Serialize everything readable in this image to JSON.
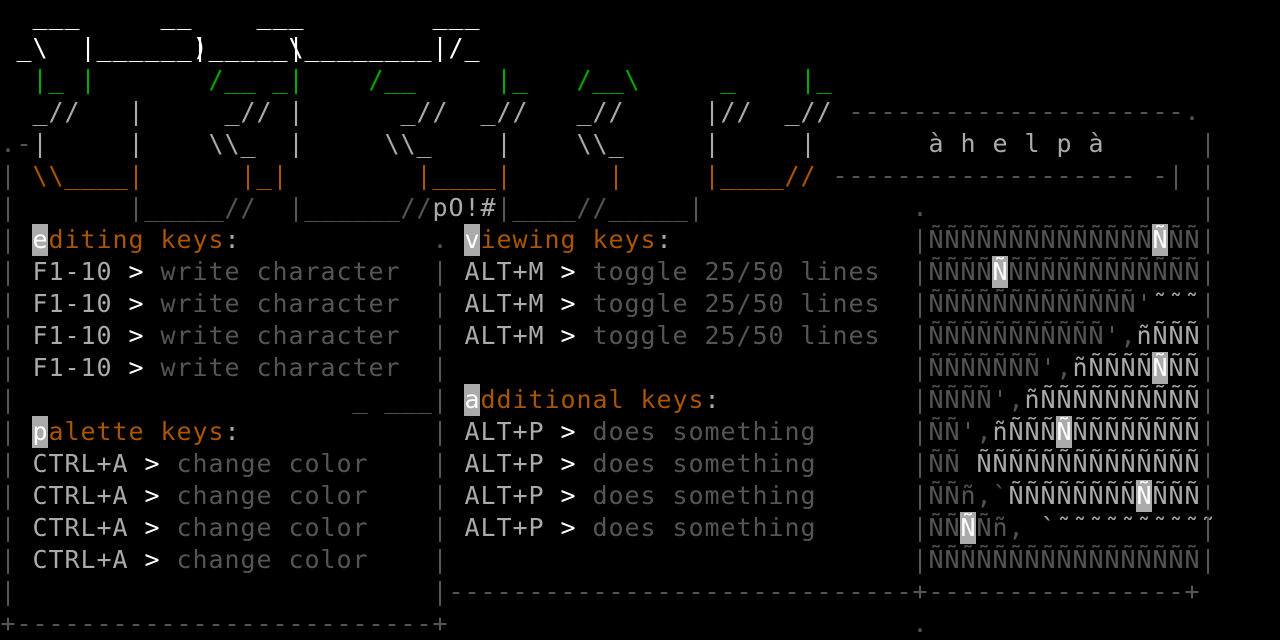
{
  "palette": {
    "white": "#ffffff",
    "light": "#aaaaaa",
    "dark": "#555555",
    "green": "#00aa00",
    "orange": "#aa5500",
    "bright": "#cccccc"
  },
  "logo_tag": "pO!#",
  "help_title": "à h e l p à",
  "sections": {
    "editing": {
      "title_first": "e",
      "title_rest": "diting keys",
      "colon": ":",
      "items": [
        {
          "key": "F1-10",
          "arrow": ">",
          "action": "write character"
        },
        {
          "key": "F1-10",
          "arrow": ">",
          "action": "write character"
        },
        {
          "key": "F1-10",
          "arrow": ">",
          "action": "write character"
        },
        {
          "key": "F1-10",
          "arrow": ">",
          "action": "write character"
        }
      ]
    },
    "palette": {
      "title_first": "p",
      "title_rest": "alette keys",
      "colon": ":",
      "items": [
        {
          "key": "CTRL+A",
          "arrow": ">",
          "action": "change color"
        },
        {
          "key": "CTRL+A",
          "arrow": ">",
          "action": "change color"
        },
        {
          "key": "CTRL+A",
          "arrow": ">",
          "action": "change color"
        },
        {
          "key": "CTRL+A",
          "arrow": ">",
          "action": "change color"
        }
      ]
    },
    "viewing": {
      "title_first": "v",
      "title_rest": "iewing keys",
      "colon": ":",
      "items": [
        {
          "key": "ALT+M",
          "arrow": ">",
          "action": "toggle 25/50 lines"
        },
        {
          "key": "ALT+M",
          "arrow": ">",
          "action": "toggle 25/50 lines"
        },
        {
          "key": "ALT+M",
          "arrow": ">",
          "action": "toggle 25/50 lines"
        }
      ]
    },
    "additional": {
      "title_first": "a",
      "title_rest": "dditional keys",
      "colon": ":",
      "items": [
        {
          "key": "ALT+P",
          "arrow": ">",
          "action": "does something"
        },
        {
          "key": "ALT+P",
          "arrow": ">",
          "action": "does something"
        },
        {
          "key": "ALT+P",
          "arrow": ">",
          "action": "does something"
        },
        {
          "key": "ALT+P",
          "arrow": ">",
          "action": "does something"
        }
      ]
    }
  },
  "logo_rows": [
    [
      [
        2,
        "___",
        "white"
      ],
      [
        10,
        "__",
        "white"
      ],
      [
        16,
        "___",
        "white"
      ],
      [
        27,
        "___",
        "white"
      ]
    ],
    [
      [
        1,
        "_\\",
        "white"
      ],
      [
        5,
        "|______)",
        "white"
      ],
      [
        11,
        "_|_____\\",
        "white"
      ],
      [
        18,
        "|____",
        "white"
      ],
      [
        23,
        "____|",
        "white"
      ],
      [
        28,
        "/_",
        "white"
      ]
    ],
    [
      [
        2,
        "|_",
        "green"
      ],
      [
        5,
        "|",
        "green"
      ],
      [
        13,
        "/__",
        "green"
      ],
      [
        17,
        "_|",
        "green"
      ],
      [
        23,
        "/__",
        "green"
      ],
      [
        31,
        "|_",
        "green"
      ],
      [
        36,
        "/__\\",
        "green"
      ],
      [
        45,
        "_",
        "green"
      ],
      [
        50,
        "|_",
        "green"
      ]
    ],
    [
      [
        2,
        "_//",
        "light"
      ],
      [
        8,
        "|",
        "light"
      ],
      [
        14,
        "_//",
        "light"
      ],
      [
        18,
        "|",
        "light"
      ],
      [
        25,
        "_//",
        "light"
      ],
      [
        30,
        "_//",
        "light"
      ],
      [
        36,
        "_//",
        "light"
      ],
      [
        44,
        "|//",
        "light"
      ],
      [
        49,
        "_//",
        "light"
      ],
      [
        53,
        "---------------------.",
        "dark"
      ]
    ],
    [
      [
        0,
        ".-",
        "dark"
      ],
      [
        2,
        "|",
        "light"
      ],
      [
        8,
        "|",
        "light"
      ],
      [
        13,
        "\\\\_",
        "light"
      ],
      [
        18,
        "|",
        "light"
      ],
      [
        24,
        "\\\\_",
        "light"
      ],
      [
        31,
        "|",
        "light"
      ],
      [
        36,
        "\\\\_",
        "light"
      ],
      [
        44,
        "|",
        "light"
      ],
      [
        50,
        "|",
        "light"
      ],
      [
        75,
        "|",
        "dark"
      ]
    ],
    [
      [
        0,
        "|",
        "dark"
      ],
      [
        2,
        "\\\\____|",
        "orange"
      ],
      [
        15,
        "|_|",
        "orange"
      ],
      [
        26,
        "|____|",
        "orange"
      ],
      [
        38,
        "|",
        "orange"
      ],
      [
        44,
        "|____//",
        "orange"
      ],
      [
        52,
        "------------------- -|",
        "dark"
      ]
    ],
    [
      [
        0,
        "|",
        "dark"
      ],
      [
        8,
        "|_____//",
        "dark"
      ],
      [
        18,
        "|______//",
        "dark"
      ],
      [
        27,
        "pO!#",
        "light"
      ],
      [
        31,
        "|____//_____|",
        "dark"
      ],
      [
        57,
        ".",
        "dark"
      ],
      [
        75,
        "|",
        "dark"
      ]
    ]
  ],
  "art_rows": [
    {
      "dark": "ÑÑÑÑÑÑÑÑÑÑÑÑÑÑ",
      "light": "",
      "tail": "ÑÑÑ",
      "hl": [
        14
      ]
    },
    {
      "dark": "ÑÑÑÑÑÑÑÑÑÑÑÑÑÑÑÑÑ",
      "light": "",
      "tail": "",
      "hl": [
        4
      ]
    },
    {
      "dark": "ÑÑÑÑÑÑÑÑÑÑÑÑÑ'",
      "light": "˜˜˜",
      "tail": "",
      "hl": []
    },
    {
      "dark": "ÑÑÑÑÑÑÑÑÑÑÑ',",
      "light": "ñÑÑÑ",
      "tail": "",
      "hl": []
    },
    {
      "dark": "ÑÑÑÑÑÑÑ',",
      "light": "ñÑÑÑÑÑÑÑ",
      "tail": "",
      "hl": [
        14
      ]
    },
    {
      "dark": "ÑÑÑÑ',",
      "light": "ñÑÑÑÑÑÑÑÑÑÑ",
      "tail": "",
      "hl": []
    },
    {
      "dark": "ÑÑ',",
      "light": "ñÑÑÑÑÑÑÑÑÑÑÑÑ",
      "tail": "",
      "hl": [
        8
      ]
    },
    {
      "dark": "ÑÑ ",
      "light": "ÑÑÑÑÑÑÑÑÑÑÑÑÑÑ",
      "tail": "",
      "hl": []
    },
    {
      "dark": "ÑÑñ,`",
      "light": "ÑÑÑÑÑÑÑÑÑÑÑÑ",
      "tail": "",
      "hl": [
        13
      ]
    },
    {
      "dark": "ÑÑÑÑñ,",
      "light": " `˜˜˜˜˜˜˜˜˜˜",
      "tail": "",
      "hl": [
        2
      ]
    },
    {
      "dark": "ÑÑÑÑÑÑÑÑÑÑÑÑÑÑÑÑÑ",
      "light": "",
      "tail": "",
      "hl": []
    }
  ]
}
